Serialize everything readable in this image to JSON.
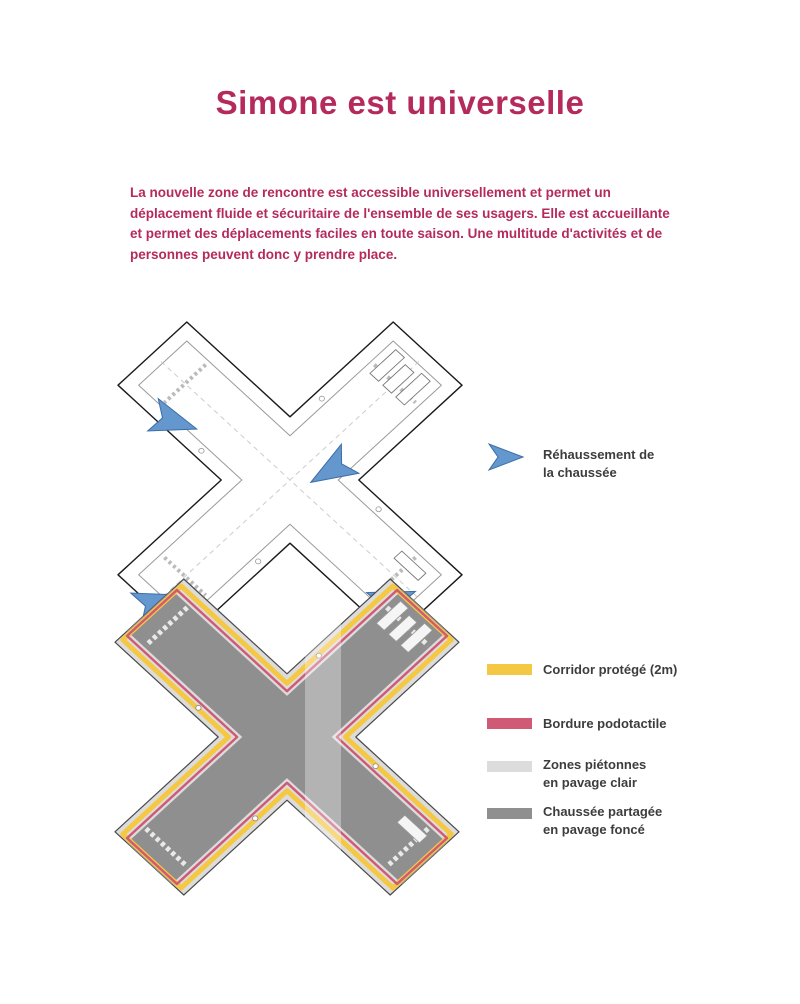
{
  "page": {
    "title": "Simone est universelle",
    "intro": "La nouvelle zone de rencontre est accessible universellement et permet un déplacement fluide et sécuritaire de l'ensemble de ses usagers. Elle est accueillante et permet des déplacements faciles en toute saison. Une multitude d'activités et de personnes peuvent donc y prendre place."
  },
  "colors": {
    "accent_crimson": "#b42a5c",
    "arrow_blue": "#6397ce",
    "arrow_blue_edge": "#3d6ea6",
    "corridor_yellow": "#f5c843",
    "bordure_pink": "#d05a76",
    "pietonne_light_gray": "#dcdcdc",
    "chaussee_dark_gray": "#8f8f8f",
    "legend_text": "#3d3d3d"
  },
  "legend": {
    "rehaussement": {
      "line1": "Réhaussement de",
      "line2": "la chaussée"
    },
    "corridor": {
      "line1": "Corridor protégé (2m)",
      "line2": ""
    },
    "bordure": {
      "line1": "Bordure podotactile",
      "line2": ""
    },
    "zones": {
      "line1": "Zones piétonnes",
      "line2": "en pavage clair"
    },
    "chaussee": {
      "line1": "Chaussée partagée",
      "line2": "en pavage foncé"
    }
  }
}
